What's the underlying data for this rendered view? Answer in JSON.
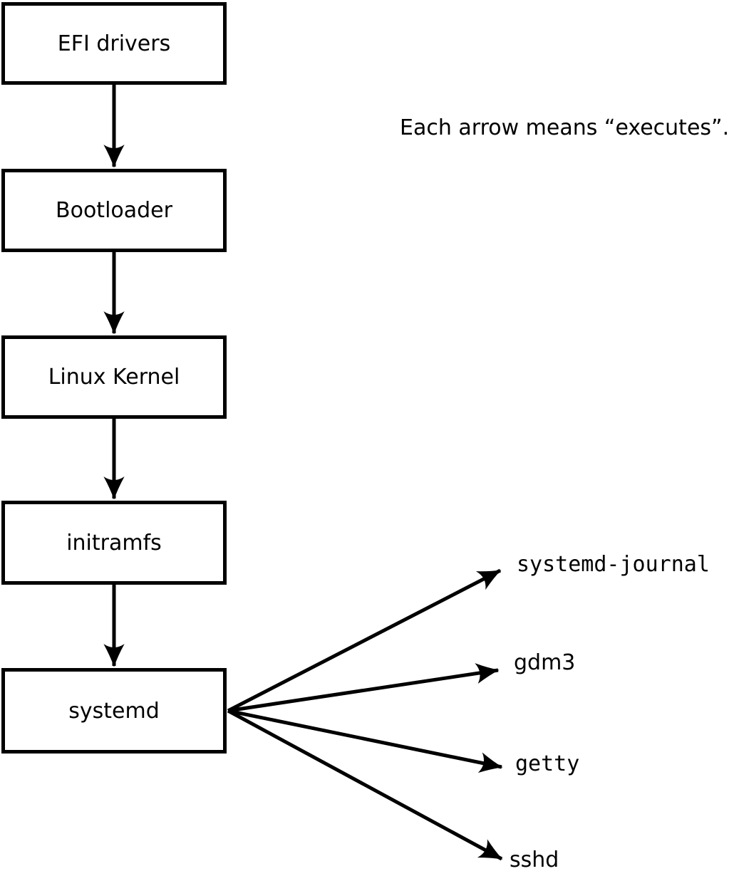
{
  "diagram": {
    "annotation": "Each arrow means “executes”.",
    "arrow_meaning": "executes",
    "chain": [
      {
        "label": "EFI drivers"
      },
      {
        "label": "Bootloader"
      },
      {
        "label": "Linux Kernel"
      },
      {
        "label": "initramfs"
      },
      {
        "label": "systemd"
      }
    ],
    "spawned": [
      {
        "label": "systemd-journal"
      },
      {
        "label": "gdm3"
      },
      {
        "label": "getty"
      },
      {
        "label": "sshd"
      }
    ],
    "colors": {
      "line": "#000000",
      "text": "#000000",
      "box_fill": "#ffffff",
      "background": "#ffffff"
    }
  }
}
